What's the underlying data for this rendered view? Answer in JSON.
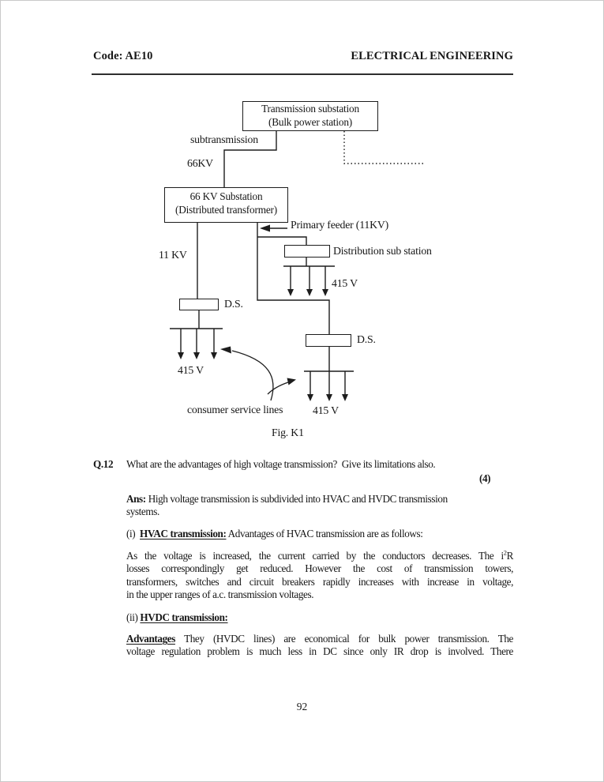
{
  "header": {
    "code": "Code: AE10",
    "title": "ELECTRICAL ENGINEERING"
  },
  "diagram": {
    "boxes": {
      "transmission": {
        "line1": "Transmission substation",
        "line2": "(Bulk power station)"
      },
      "substation66": {
        "line1": "66 KV Substation",
        "line2": "(Distributed transformer)"
      }
    },
    "labels": {
      "subtransmission": "subtransmission",
      "kv66": "66KV",
      "kv11": "11 KV",
      "primary_feeder": "Primary feeder (11KV)",
      "distribution": "Distribution sub station",
      "v415_distribution": "415 V",
      "ds_left": "D.S.",
      "v415_left": "415 V",
      "ds_right": "D.S.",
      "v415_right": "415 V",
      "consumer": "consumer service lines",
      "caption": "Fig. K1"
    }
  },
  "question": {
    "number": "Q.12",
    "text": "What are the advantages of high voltage transmission?  Give its limitations also.",
    "marks": "(4)"
  },
  "answer": {
    "ans_label": "Ans:",
    "ans_line1": " High voltage transmission is subdivided into HVAC and HVDC transmission",
    "ans_line2": "systems.",
    "i_prefix": "(i)  ",
    "i_heading": "HVAC transmission:",
    "i_rest": " Advantages of HVAC transmission are as follows:",
    "hvac_l1a": "As the voltage is increased, the current carried by the conductors decreases. The i",
    "hvac_l1_sup": "2",
    "hvac_l1b": "R",
    "hvac_l2": "losses correspondingly get reduced. However the cost of transmission towers,",
    "hvac_l3": "transformers, switches and circuit breakers rapidly increases with increase in voltage,",
    "hvac_l4": "in the upper ranges of a.c. transmission voltages.",
    "ii_prefix": "(ii) ",
    "ii_heading": "HVDC transmission:",
    "adv_label": "Advantages",
    "adv_l1": " They (HVDC lines) are economical for bulk power transmission. The",
    "adv_l2": "voltage regulation problem is much less in DC since only IR drop is involved. There"
  },
  "footer": {
    "page": "92"
  }
}
